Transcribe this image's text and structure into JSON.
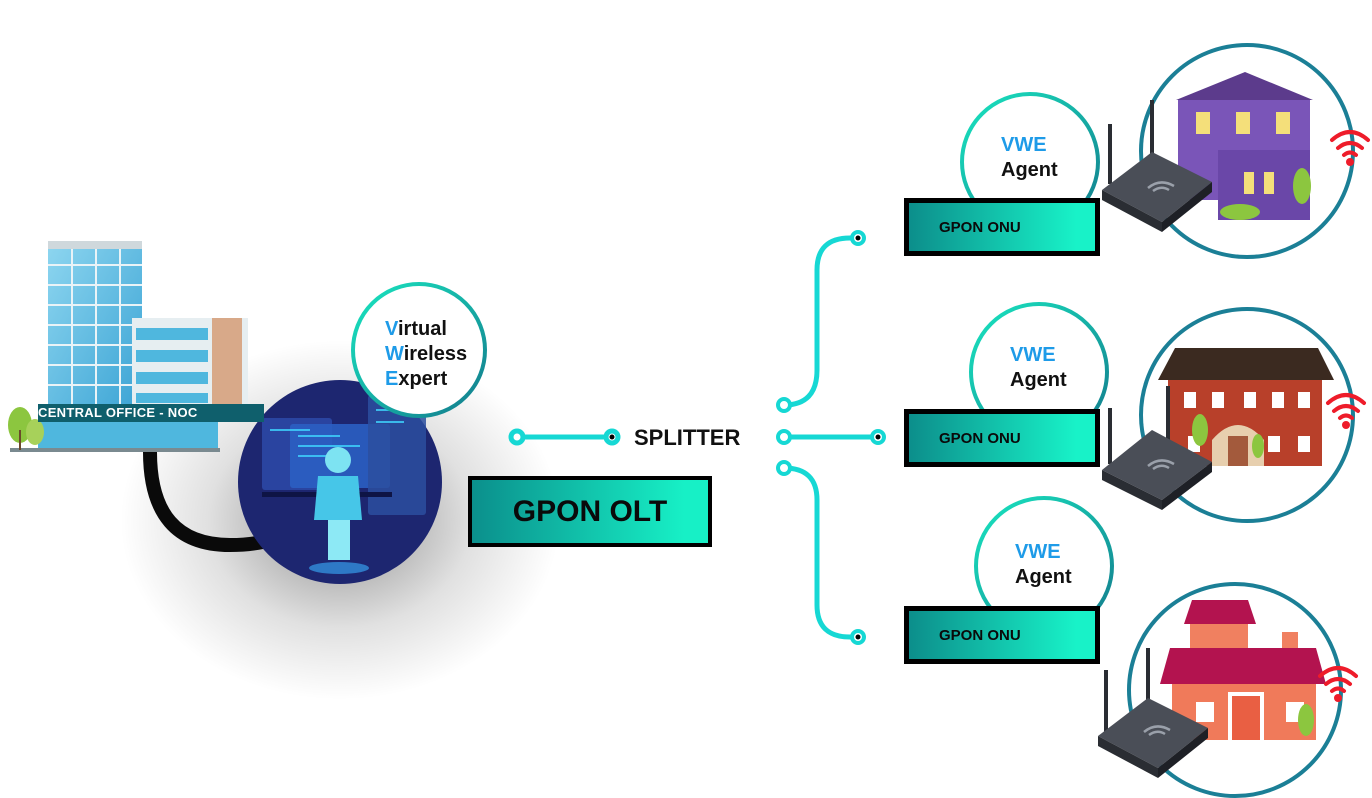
{
  "central_office": {
    "label": "CENTRAL OFFICE - NOC"
  },
  "expert": {
    "line1_initial": "V",
    "line1_rest": "irtual",
    "line2_initial": "W",
    "line2_rest": "ireless",
    "line3_initial": "E",
    "line3_rest": "xpert"
  },
  "olt": {
    "label": "GPON OLT"
  },
  "splitter": {
    "label": "SPLITTER"
  },
  "onus": [
    {
      "vwe": "VWE",
      "agent": "Agent",
      "label": "GPON ONU"
    },
    {
      "vwe": "VWE",
      "agent": "Agent",
      "label": "GPON ONU"
    },
    {
      "vwe": "VWE",
      "agent": "Agent",
      "label": "GPON ONU"
    }
  ],
  "colors": {
    "fiber": "#16d8d4",
    "circle_teal": "#1b7f96",
    "accent_blue": "#1e9be8",
    "wifi_red": "#ee1c2a"
  },
  "icons": [
    "office-building-icon",
    "engineer-workstation-icon",
    "router-icon",
    "house-icon",
    "wifi-signal-icon"
  ]
}
